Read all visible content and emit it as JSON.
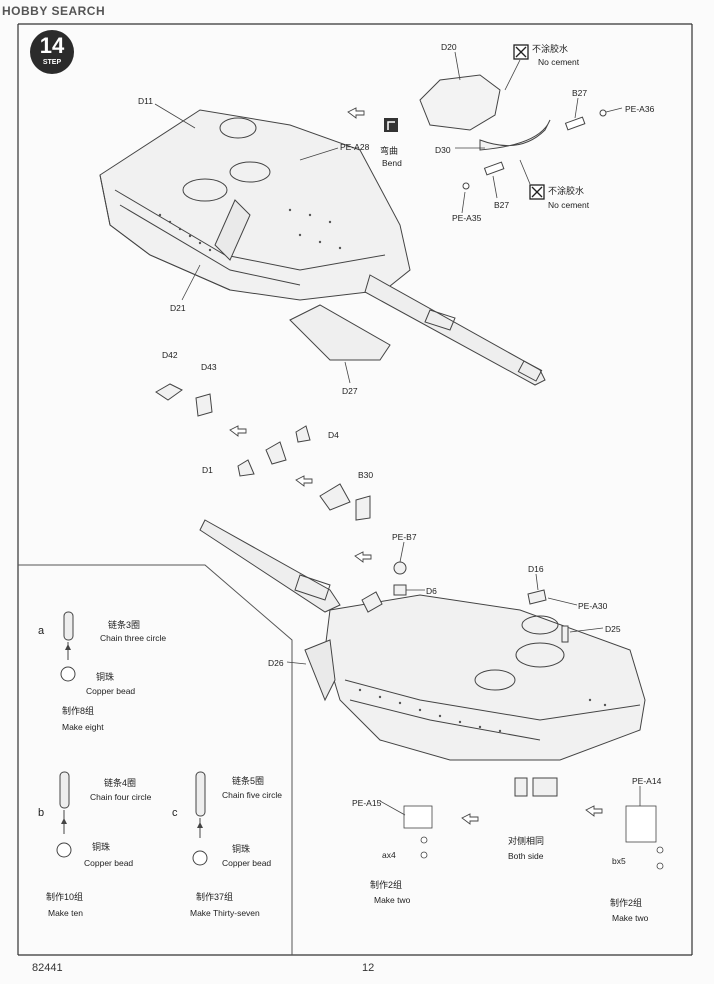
{
  "watermark": {
    "brand": "HOBBY SEARCH"
  },
  "step": {
    "number": "14",
    "label": "STEP"
  },
  "top_labels": {
    "d20": "D20",
    "d11": "D11",
    "pe_a28": "PE-A28",
    "b27_top": "B27",
    "pe_a36": "PE-A36",
    "d30": "D30",
    "b27_bottom": "B27",
    "pe_a35": "PE-A35",
    "d21": "D21",
    "d42": "D42",
    "d43": "D43",
    "d27": "D27",
    "d4": "D4",
    "d1": "D1",
    "b30": "B30"
  },
  "no_cement_top": {
    "cn": "不涂胶水",
    "en": "No cement"
  },
  "no_cement_bottom": {
    "cn": "不涂胶水",
    "en": "No cement"
  },
  "bend": {
    "cn": "弯曲",
    "en": "Bend"
  },
  "bottom_labels": {
    "pe_b7": "PE-B7",
    "d6": "D6",
    "d16": "D16",
    "pe_a30": "PE-A30",
    "d25": "D25",
    "d26": "D26",
    "pe_a14": "PE-A14",
    "pe_a15": "PE-A15",
    "ax4": "ax4",
    "bx5": "bx5"
  },
  "both_side": {
    "cn": "对侧相同",
    "en": "Both side"
  },
  "make_two_left": {
    "cn": "制作2组",
    "en": "Make two"
  },
  "make_two_right": {
    "cn": "制作2组",
    "en": "Make two"
  },
  "chains": {
    "a": {
      "letter": "a",
      "chain_cn": "链条3圈",
      "chain_en": "Chain three circle",
      "bead_cn": "铜珠",
      "bead_en": "Copper bead",
      "make_cn": "制作8组",
      "make_en": "Make eight"
    },
    "b": {
      "letter": "b",
      "chain_cn": "链条4圈",
      "chain_en": "Chain four circle",
      "bead_cn": "铜珠",
      "bead_en": "Copper bead",
      "make_cn": "制作10组",
      "make_en": "Make ten"
    },
    "c": {
      "letter": "c",
      "chain_cn": "链条5圈",
      "chain_en": "Chain five circle",
      "bead_cn": "铜珠",
      "bead_en": "Copper bead",
      "make_cn": "制作37组",
      "make_en": "Make Thirty-seven"
    }
  },
  "footer": {
    "code": "82441",
    "page": "12"
  }
}
